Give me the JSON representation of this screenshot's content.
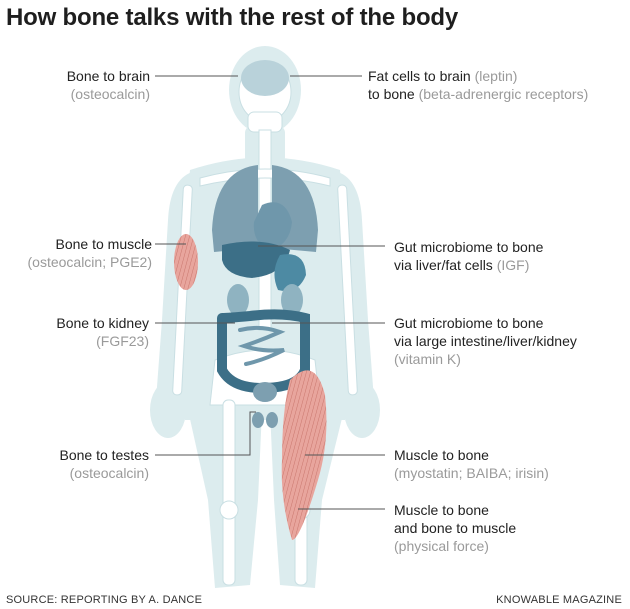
{
  "title": "How bone talks with the rest of the body",
  "labels": {
    "bone_brain": {
      "main": "Bone to brain",
      "sub": "(osteocalcin)"
    },
    "bone_muscle": {
      "main": "Bone to muscle",
      "sub": "(osteocalcin; PGE2)"
    },
    "bone_kidney": {
      "main": "Bone to kidney",
      "sub": "(FGF23)"
    },
    "bone_testes": {
      "main": "Bone to testes",
      "sub": "(osteocalcin)"
    },
    "fat_brain": {
      "line1": "Fat cells to brain",
      "sub1": "(leptin)",
      "line2": "to bone",
      "sub2": "(beta-adrenergic receptors)"
    },
    "gut_liver": {
      "line1": "Gut microbiome to bone",
      "line2": "via liver/fat cells",
      "sub2": "(IGF)"
    },
    "gut_intestine": {
      "line1": "Gut microbiome to bone",
      "line2": "via large intestine/liver/kidney",
      "sub": "(vitamin K)"
    },
    "muscle_bone": {
      "main": "Muscle to bone",
      "sub": "(myostatin; BAIBA; irisin)"
    },
    "muscle_force": {
      "line1": "Muscle to bone",
      "line2": "and bone to muscle",
      "sub": "(physical force)"
    }
  },
  "footer": {
    "source": "SOURCE: REPORTING BY A. DANCE",
    "credit": "KNOWABLE MAGAZINE"
  },
  "colors": {
    "body_fill": "#dcecee",
    "bone_fill": "#ffffff",
    "organ_dark": "#3c6f87",
    "organ_mid": "#6f97ab",
    "lung": "#7d9fb0",
    "muscle": "#e39a92",
    "leader": "#555555",
    "sub_text": "#9a9a9a"
  }
}
